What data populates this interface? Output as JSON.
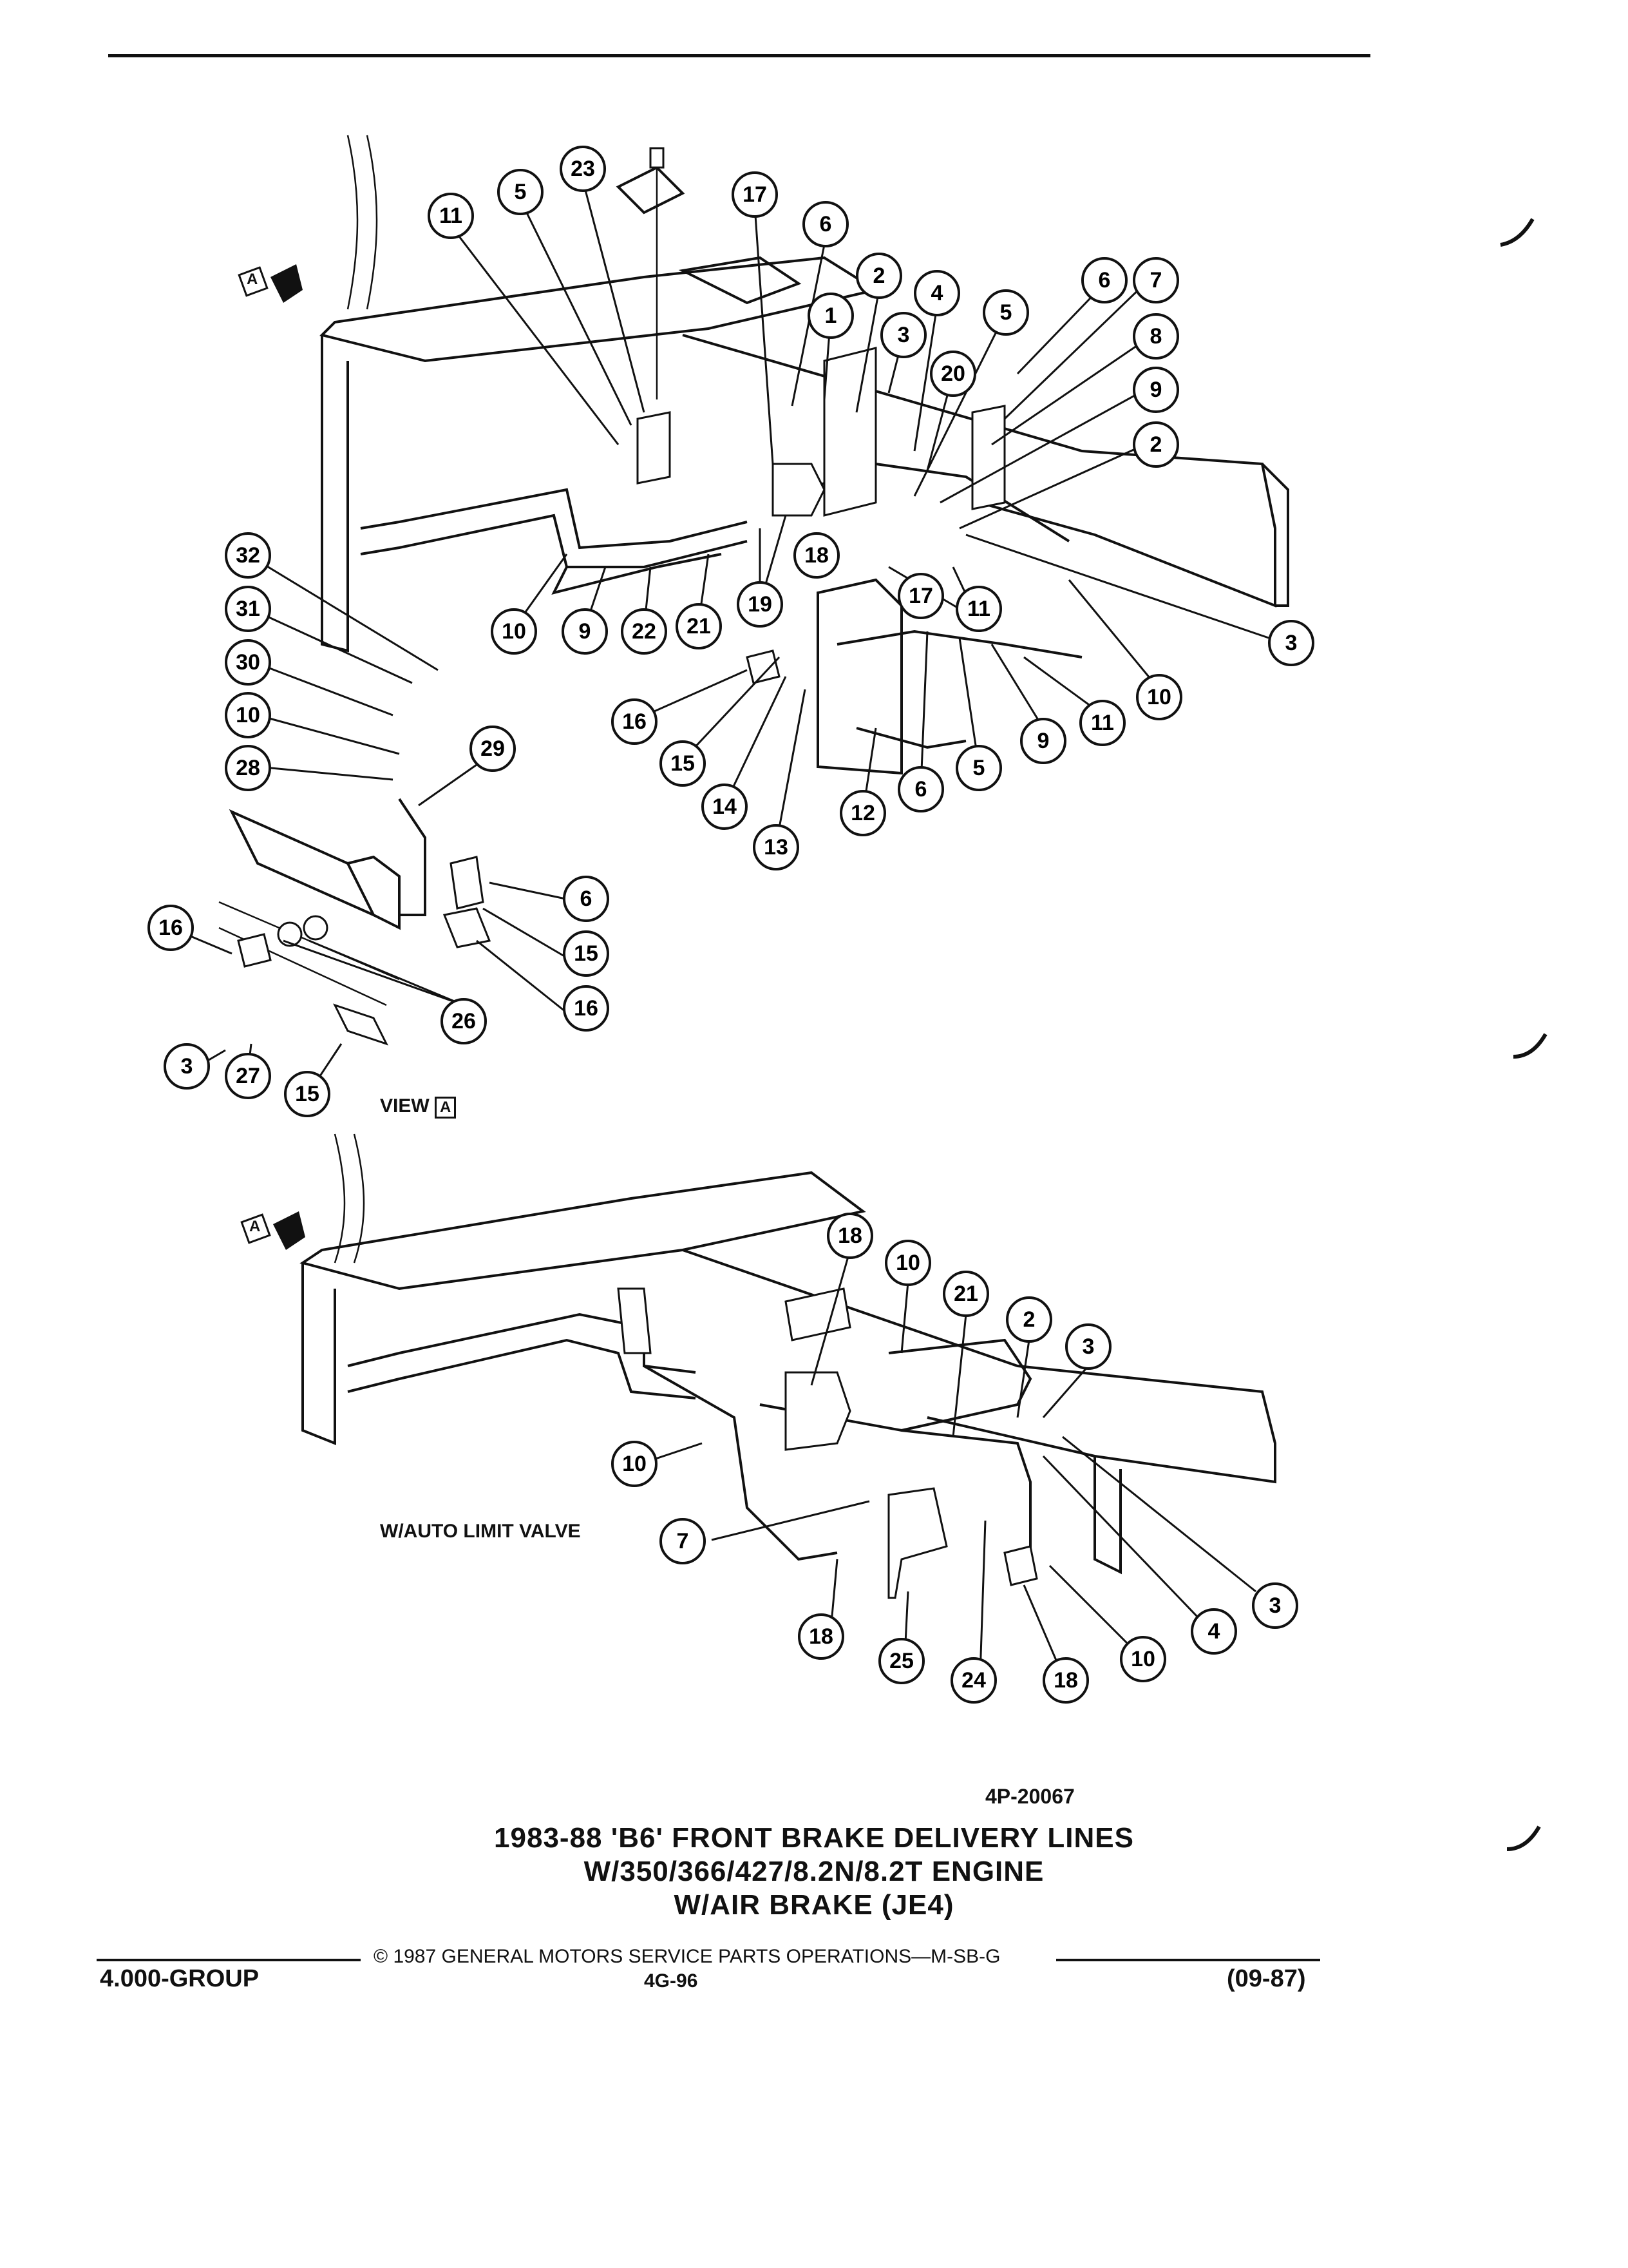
{
  "callouts_top": [
    "11",
    "5",
    "23",
    "17",
    "6",
    "2",
    "1",
    "4",
    "3",
    "20",
    "5",
    "6",
    "7",
    "8",
    "9",
    "2",
    "32",
    "31",
    "30",
    "10",
    "28",
    "29",
    "10",
    "9",
    "22",
    "21",
    "19",
    "18",
    "17",
    "11",
    "3",
    "10",
    "11",
    "9",
    "5",
    "6",
    "12",
    "13",
    "14",
    "15",
    "16",
    "6",
    "15",
    "16",
    "16",
    "26",
    "3",
    "27",
    "15"
  ],
  "callouts_bottom": [
    "18",
    "10",
    "21",
    "2",
    "3",
    "10",
    "7",
    "18",
    "25",
    "24",
    "18",
    "10",
    "4",
    "3"
  ],
  "labels": {
    "view_arrow_top": "A",
    "view_arrow_bottom": "A",
    "view_a": "VIEW",
    "view_a_box": "A",
    "auto_limit": "W/AUTO LIMIT VALVE",
    "ref_number": "4P-20067"
  },
  "title": {
    "line1": "1983-88 'B6' FRONT BRAKE DELIVERY LINES",
    "line2": "W/350/366/427/8.2N/8.2T ENGINE",
    "line3": "W/AIR BRAKE (JE4)"
  },
  "footer": {
    "copyright": "© 1987 GENERAL MOTORS SERVICE PARTS OPERATIONS—M-SB-G",
    "group": "4.000-GROUP",
    "page": "4G-96",
    "date": "(09-87)"
  }
}
